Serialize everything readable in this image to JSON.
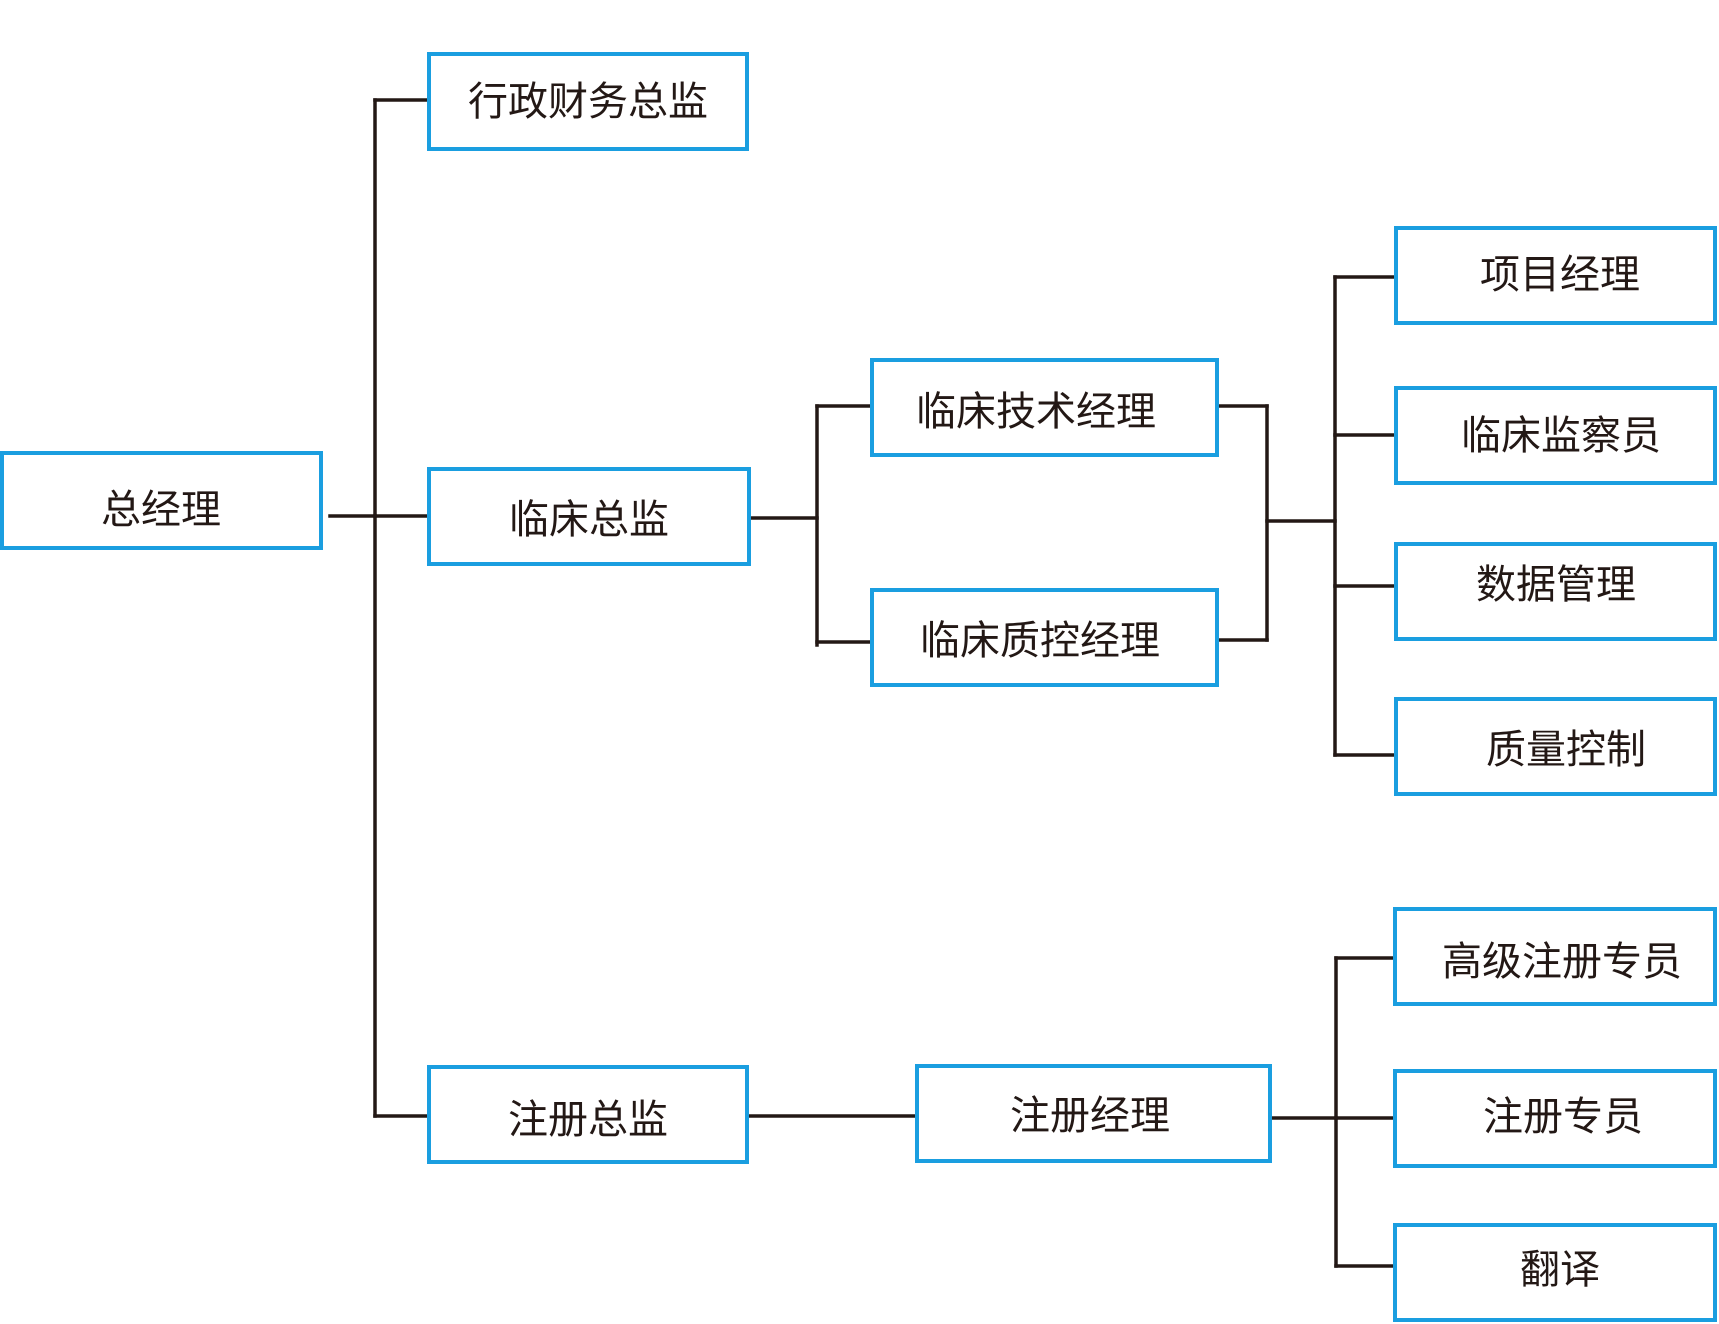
{
  "colors": {
    "box_border": "#1a9ee0",
    "connector": "#231815",
    "text": "#231815",
    "background": "#ffffff"
  },
  "nodes": {
    "general_manager": "总经理",
    "admin_finance_director": "行政财务总监",
    "clinical_director": "临床总监",
    "registration_director": "注册总监",
    "clinical_tech_manager": "临床技术经理",
    "clinical_qc_manager": "临床质控经理",
    "registration_manager": "注册经理",
    "project_manager": "项目经理",
    "clinical_monitor": "临床监察员",
    "data_management": "数据管理",
    "quality_control": "质量控制",
    "senior_registration_specialist": "高级注册专员",
    "registration_specialist": "注册专员",
    "translation": "翻译"
  }
}
